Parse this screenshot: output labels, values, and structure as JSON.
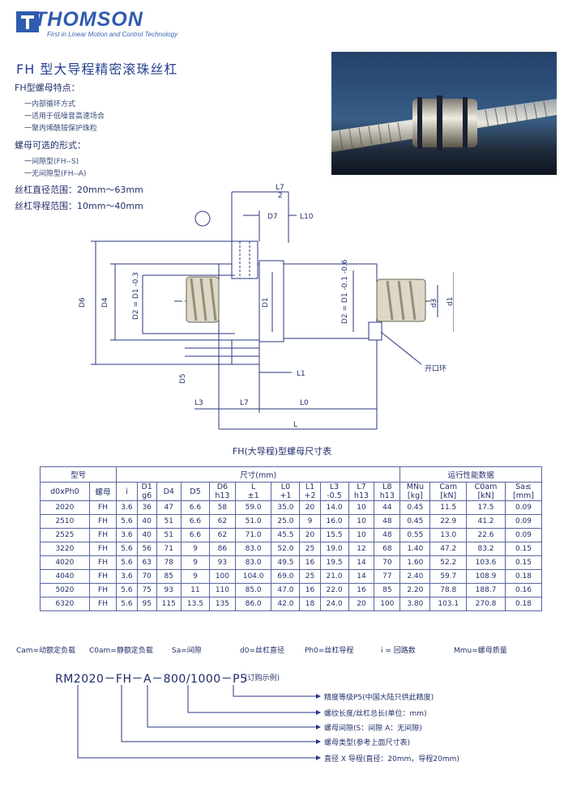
{
  "brand": {
    "name": "THOMSON",
    "tagline": "First in Linear Motion and Control Technology"
  },
  "title": "FH 型大导程精密滚珠丝杠",
  "features": {
    "heading": "FH型螺母特点：",
    "items": [
      "一内部循环方式",
      "一适用于低噪音高速场合",
      "一聚丙烯酰铵保护珠粒"
    ]
  },
  "forms": {
    "heading": "螺母可选的形式：",
    "items": [
      "一间隙型(FH--S)",
      "一无间隙型(FH--A)"
    ]
  },
  "ranges": {
    "diameter": "丝杠直径范围：20mm～63mm",
    "lead": "丝杠导程范围：10mm～40mm"
  },
  "drawing": {
    "labels": {
      "l7_half_num": "L7",
      "l7_half_den": "2",
      "d7": "D7",
      "l10": "L10",
      "d6": "D6",
      "d4": "D4",
      "d2_left": "D2 = D1 -0.3",
      "d1": "D1",
      "d2_right": "D2 = D1 -0.1 -0.6",
      "d3": "d3",
      "d1_small": "d1",
      "d5": "D5",
      "l1": "L1",
      "l3": "L3",
      "l7": "L7",
      "l0": "L0",
      "l": "L",
      "snap_ring": "开口环"
    }
  },
  "table": {
    "caption": "FH(大导程)型螺母尺寸表",
    "group1": "型号",
    "group2": "尺寸(mm)",
    "group3": "运行性能数据",
    "headers": [
      [
        "d0xPh0"
      ],
      [
        "螺母"
      ],
      [
        "i"
      ],
      [
        "D1",
        "g6"
      ],
      [
        "D4"
      ],
      [
        "D5"
      ],
      [
        "D6",
        "h13"
      ],
      [
        "L",
        "±1"
      ],
      [
        "L0",
        "+1"
      ],
      [
        "L1",
        "+2"
      ],
      [
        "L3",
        "-0.5"
      ],
      [
        "L7",
        "h13"
      ],
      [
        "L8",
        "h13"
      ],
      [
        "MNu",
        "[kg]"
      ],
      [
        "Cam",
        "[kN]"
      ],
      [
        "C0am",
        "[kN]"
      ],
      [
        "Sa≤",
        "[mm]"
      ]
    ],
    "rows": [
      [
        "2020",
        "FH",
        "3.6",
        "36",
        "47",
        "6.6",
        "58",
        "59.0",
        "35.0",
        "20",
        "14.0",
        "10",
        "44",
        "0.45",
        "11.5",
        "17.5",
        "0.09"
      ],
      [
        "2510",
        "FH",
        "5.6",
        "40",
        "51",
        "6.6",
        "62",
        "51.0",
        "25.0",
        "9",
        "16.0",
        "10",
        "48",
        "0.45",
        "22.9",
        "41.2",
        "0.09"
      ],
      [
        "2525",
        "FH",
        "3.6",
        "40",
        "51",
        "6.6",
        "62",
        "71.0",
        "45.5",
        "20",
        "15.5",
        "10",
        "48",
        "0.55",
        "13.0",
        "22.6",
        "0.09"
      ],
      [
        "3220",
        "FH",
        "5.6",
        "56",
        "71",
        "9",
        "86",
        "83.0",
        "52.0",
        "25",
        "19.0",
        "12",
        "68",
        "1.40",
        "47.2",
        "83.2",
        "0.15"
      ],
      [
        "4020",
        "FH",
        "5.6",
        "63",
        "78",
        "9",
        "93",
        "83.0",
        "49.5",
        "16",
        "19.5",
        "14",
        "70",
        "1.60",
        "52.2",
        "103.6",
        "0.15"
      ],
      [
        "4040",
        "FH",
        "3.6",
        "70",
        "85",
        "9",
        "100",
        "104.0",
        "69.0",
        "25",
        "21.0",
        "14",
        "77",
        "2.40",
        "59.7",
        "108.9",
        "0.18"
      ],
      [
        "5020",
        "FH",
        "5.6",
        "75",
        "93",
        "11",
        "110",
        "85.0",
        "47.0",
        "16",
        "22.0",
        "16",
        "85",
        "2.20",
        "78.8",
        "188.7",
        "0.16"
      ],
      [
        "6320",
        "FH",
        "5.6",
        "95",
        "115",
        "13.5",
        "135",
        "86.0",
        "42.0",
        "18",
        "24.0",
        "20",
        "100",
        "3.80",
        "103.1",
        "270.8",
        "0.18"
      ]
    ]
  },
  "legend": [
    "Cam=动额定负载",
    "C0am=静额定负载",
    "Sa=间隙",
    "d0=丝杠直径",
    "Ph0=丝杠导程",
    "i = 回路数",
    "Mmu=螺母质量"
  ],
  "order": {
    "code": "RM2020－FH－A－800/1000－P5",
    "note": "(订购示例)",
    "items": [
      "精度等级P5(中国大陆只供此精度)",
      "螺纹长度/丝杠总长(单位：mm)",
      "螺母间隙(S：间隙  A：无间隙)",
      "螺母类型(参考上面尺寸表)",
      "直径 X 导程(直径：20mm，导程20mm)"
    ]
  }
}
